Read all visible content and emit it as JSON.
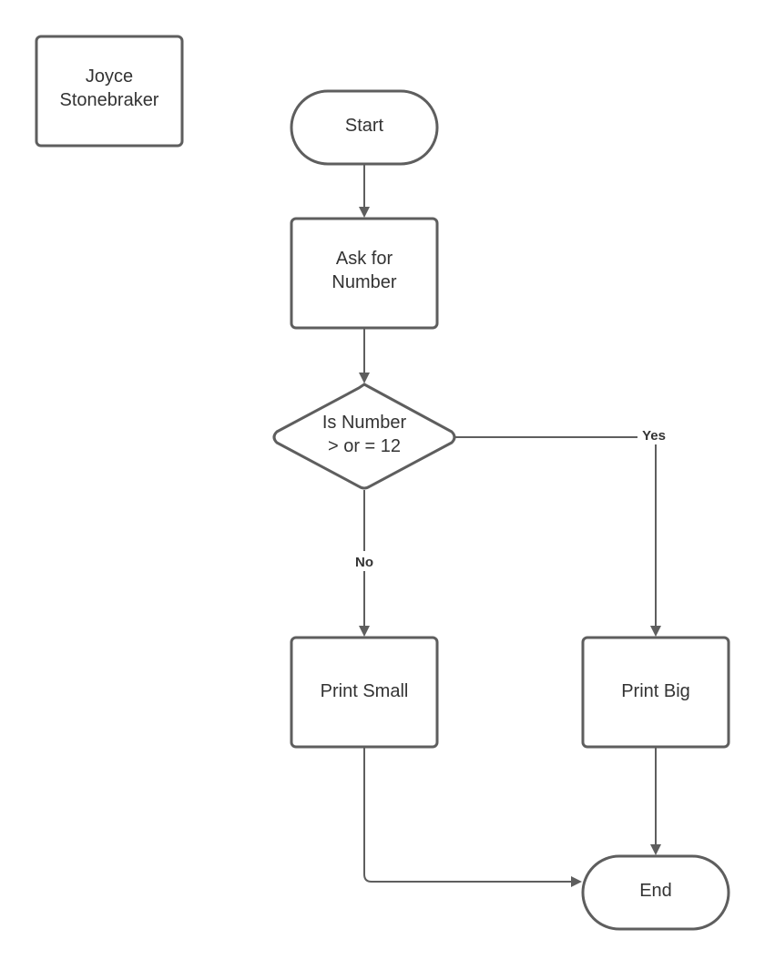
{
  "diagram": {
    "colors": {
      "stroke": "#5e5e5e",
      "text": "#333333",
      "fill": "#ffffff"
    },
    "nodes": {
      "author": {
        "lines": [
          "Joyce",
          "Stonebraker"
        ]
      },
      "start": {
        "lines": [
          "Start"
        ]
      },
      "ask": {
        "lines": [
          "Ask for",
          "Number"
        ]
      },
      "decision": {
        "lines": [
          "Is Number",
          "> or = 12"
        ]
      },
      "print_small": {
        "lines": [
          "Print Small"
        ]
      },
      "print_big": {
        "lines": [
          "Print Big"
        ]
      },
      "end": {
        "lines": [
          "End"
        ]
      }
    },
    "edge_labels": {
      "yes": "Yes",
      "no": "No"
    }
  }
}
